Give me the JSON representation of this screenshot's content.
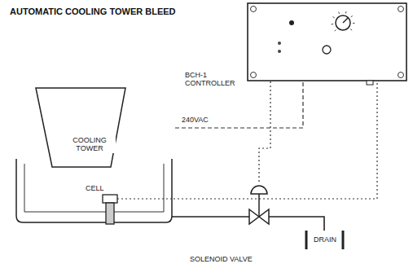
{
  "diagram": {
    "title": "AUTOMATIC COOLING TOWER BLEED",
    "nodes": [
      {
        "text": [
          "BCH-1 CONTROLLER"
        ]
      },
      {
        "text": [
          "COOLING TOWER"
        ]
      }
    ],
    "edges": [
      {
        "from": 1,
        "to": 0,
        "arrow": "none"
      }
    ],
    "labels": [
      "CELL",
      "240VAC",
      "SOLENOID VALVE",
      "DRAIN"
    ]
  }
}
